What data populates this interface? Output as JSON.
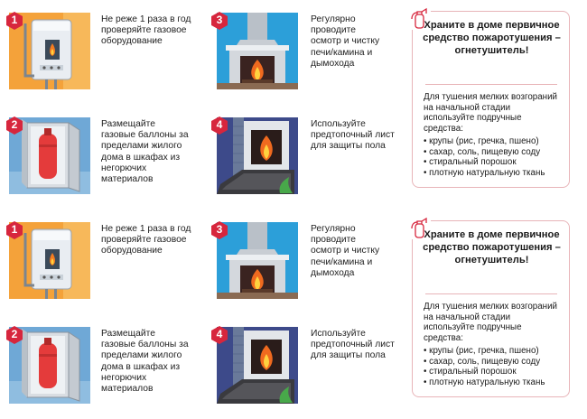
{
  "blocks": [
    {
      "tips": [
        {
          "number": "1",
          "text": "Не реже 1 раза в год проверяйте газовое оборудование",
          "icon": "gas-boiler-icon"
        },
        {
          "number": "2",
          "text": "Размещайте газовые баллоны за пределами жилого дома в шкафах из негорючих материалов",
          "icon": "gas-cylinder-cabinet-icon"
        },
        {
          "number": "3",
          "text": "Регулярно проводите осмотр и чистку печи/камина и дымохода",
          "icon": "fireplace-icon"
        },
        {
          "number": "4",
          "text": "Используйте предтопочный лист для защиты пола",
          "icon": "stove-floor-sheet-icon"
        }
      ],
      "card": {
        "title": "Храните в доме первичное средство пожаротушения – огнетушитель!",
        "intro": "Для тушения мелких возгораний на начальной стадии используйте подручные средства:",
        "items": [
          "крупы (рис, гречка, пшено)",
          "сахар, соль, пищевую соду",
          "стиральный порошок",
          "плотную натуральную ткань"
        ]
      }
    },
    {
      "tips": [
        {
          "number": "1",
          "text": "Не реже 1 раза в год проверяйте газовое оборудование",
          "icon": "gas-boiler-icon"
        },
        {
          "number": "2",
          "text": "Размещайте газовые баллоны за пределами жилого дома в шкафах из негорючих материалов",
          "icon": "gas-cylinder-cabinet-icon"
        },
        {
          "number": "3",
          "text": "Регулярно проводите осмотр и чистку печи/камина и дымохода",
          "icon": "fireplace-icon"
        },
        {
          "number": "4",
          "text": "Используйте предтопочный лист для защиты пола",
          "icon": "stove-floor-sheet-icon"
        }
      ],
      "card": {
        "title": "Храните в доме первичное средство пожаротушения – огнетушитель!",
        "intro": "Для тушения мелких возгораний на начальной стадии используйте подручные средства:",
        "items": [
          "крупы (рис, гречка, пшено)",
          "сахар, соль, пищевую соду",
          "стиральный порошок",
          "плотную натуральную ткань"
        ]
      }
    }
  ],
  "colors": {
    "accent": "#d7263d",
    "card_border": "#e8b4b8",
    "boiler_bg": "#f4a23a",
    "cabinet_bg": "#6fa8d6",
    "fireplace_bg": "#2c9fd9",
    "stove_bg": "#3d4a8a"
  }
}
